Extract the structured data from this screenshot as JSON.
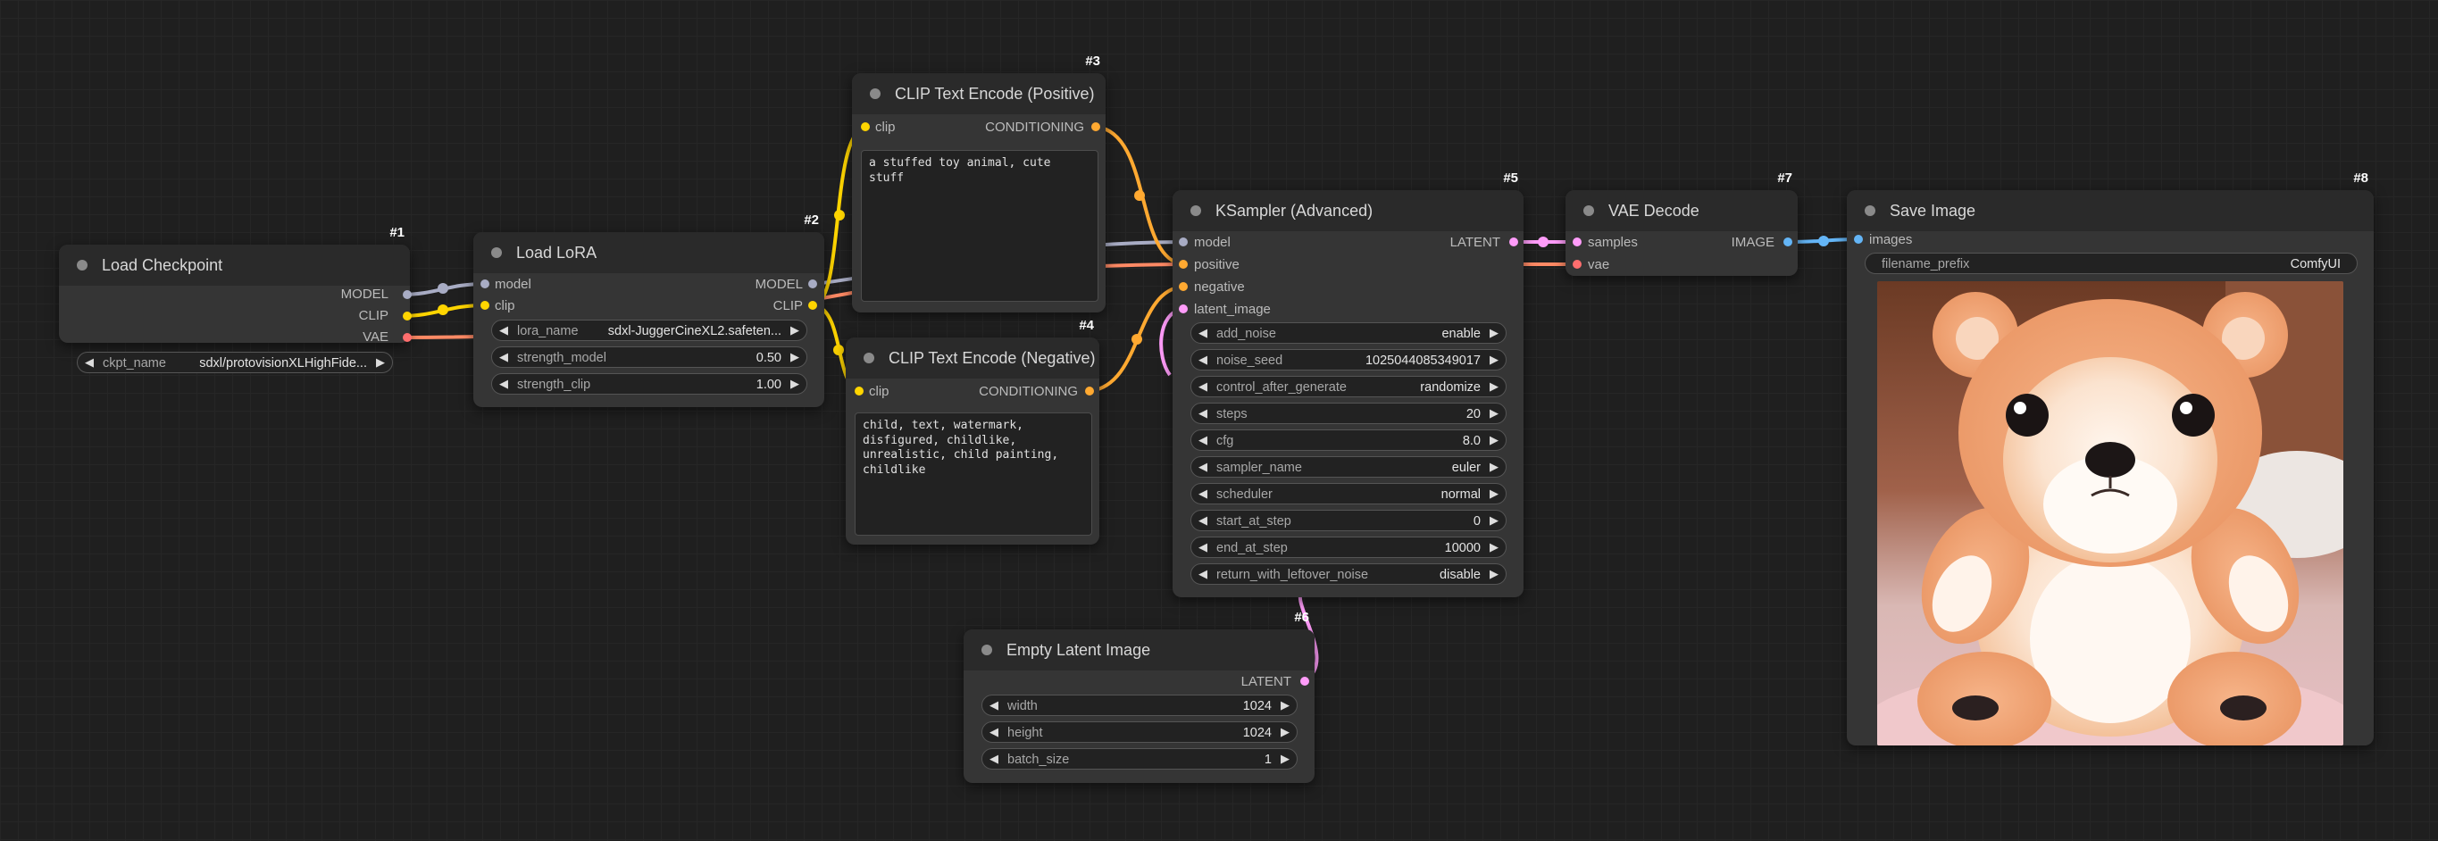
{
  "nodes": {
    "load_checkpoint": {
      "id": "#1",
      "title": "Load Checkpoint",
      "outputs": [
        "MODEL",
        "CLIP",
        "VAE"
      ],
      "widgets": [
        {
          "name": "ckpt_name",
          "value": "sdxl/protovisionXLHighFide..."
        }
      ]
    },
    "load_lora": {
      "id": "#2",
      "title": "Load LoRA",
      "inputs": [
        "model",
        "clip"
      ],
      "outputs": [
        "MODEL",
        "CLIP"
      ],
      "widgets": [
        {
          "name": "lora_name",
          "value": "sdxl-JuggerCineXL2.safeten..."
        },
        {
          "name": "strength_model",
          "value": "0.50"
        },
        {
          "name": "strength_clip",
          "value": "1.00"
        }
      ]
    },
    "clip_positive": {
      "id": "#3",
      "title": "CLIP Text Encode (Positive)",
      "input": "clip",
      "output": "CONDITIONING",
      "text": "a stuffed toy animal, cute stuff"
    },
    "clip_negative": {
      "id": "#4",
      "title": "CLIP Text Encode (Negative)",
      "input": "clip",
      "output": "CONDITIONING",
      "text": "child, text, watermark,\ndisfigured, childlike,\nunrealistic, child painting,\nchildlike"
    },
    "ksampler": {
      "id": "#5",
      "title": "KSampler (Advanced)",
      "inputs": [
        "model",
        "positive",
        "negative",
        "latent_image"
      ],
      "output": "LATENT",
      "widgets": [
        {
          "name": "add_noise",
          "value": "enable"
        },
        {
          "name": "noise_seed",
          "value": "1025044085349017"
        },
        {
          "name": "control_after_generate",
          "value": "randomize"
        },
        {
          "name": "steps",
          "value": "20"
        },
        {
          "name": "cfg",
          "value": "8.0"
        },
        {
          "name": "sampler_name",
          "value": "euler"
        },
        {
          "name": "scheduler",
          "value": "normal"
        },
        {
          "name": "start_at_step",
          "value": "0"
        },
        {
          "name": "end_at_step",
          "value": "10000"
        },
        {
          "name": "return_with_leftover_noise",
          "value": "disable"
        }
      ]
    },
    "empty_latent": {
      "id": "#6",
      "title": "Empty Latent Image",
      "output": "LATENT",
      "widgets": [
        {
          "name": "width",
          "value": "1024"
        },
        {
          "name": "height",
          "value": "1024"
        },
        {
          "name": "batch_size",
          "value": "1"
        }
      ]
    },
    "vae_decode": {
      "id": "#7",
      "title": "VAE Decode",
      "inputs": [
        "samples",
        "vae"
      ],
      "output": "IMAGE"
    },
    "save_image": {
      "id": "#8",
      "title": "Save Image",
      "input": "images",
      "widgets": [
        {
          "name": "filename_prefix",
          "value": "ComfyUI"
        }
      ]
    }
  },
  "colors": {
    "model": "#b39ddb",
    "clip": "#ffd500",
    "vae": "#ff6e6e",
    "conditioning": "#ffa931",
    "latent": "#ff9cf9",
    "image": "#64b5f6",
    "canvas": "#1f1f1f",
    "node": "#353535",
    "node_header": "#2a2a2a"
  },
  "icons": {
    "decrement": "left-triangle-icon",
    "increment": "right-triangle-icon",
    "collapse": "node-collapse-dot-icon"
  }
}
